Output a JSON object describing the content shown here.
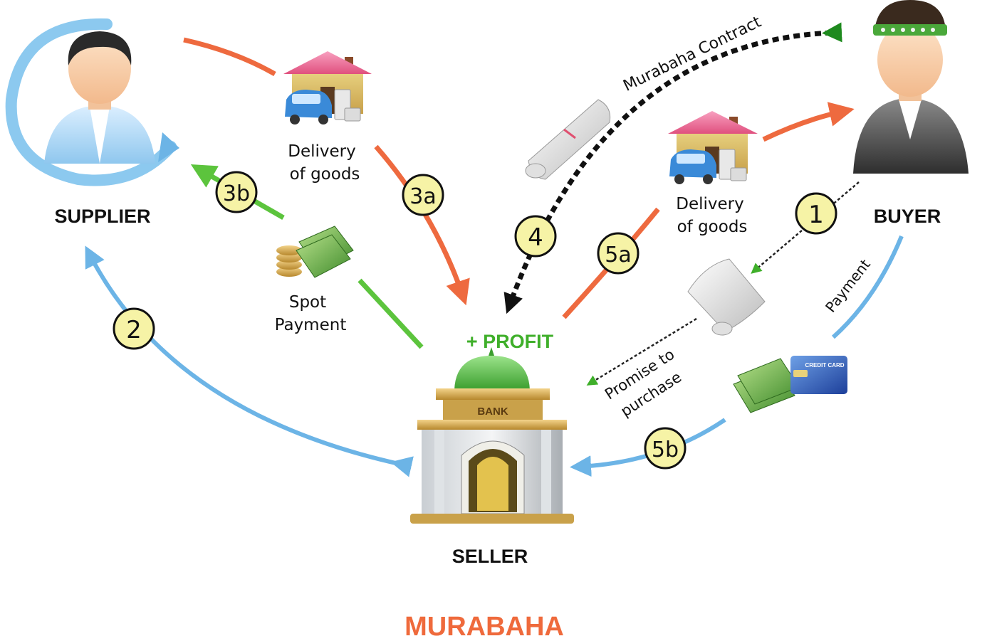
{
  "title": "MURABAHA",
  "actors": {
    "supplier": "SUPPLIER",
    "buyer": "BUYER",
    "seller": "SELLER"
  },
  "labels": {
    "delivery_left_line1": "Delivery",
    "delivery_left_line2": "of goods",
    "delivery_right_line1": "Delivery",
    "delivery_right_line2": "of goods",
    "spot_payment_line1": "Spot",
    "spot_payment_line2": "Payment",
    "profit": "+ PROFIT",
    "murabaha_contract": "Murabaha Contract",
    "payment": "Payment",
    "promise_line1": "Promise to",
    "promise_line2": "purchase",
    "bank": "BANK",
    "credit_card": "CREDIT CARD"
  },
  "steps": {
    "s1": "1",
    "s2": "2",
    "s3a": "3a",
    "s3b": "3b",
    "s4": "4",
    "s5a": "5a",
    "s5b": "5b"
  },
  "colors": {
    "orange": "#ee6a3f",
    "blue": "#6cb4e6",
    "green": "#5cc43d",
    "dark": "#1a1a1a",
    "step_fill": "#f6f3a6",
    "title": "#ef6a3c",
    "profit": "#3faf2a"
  }
}
